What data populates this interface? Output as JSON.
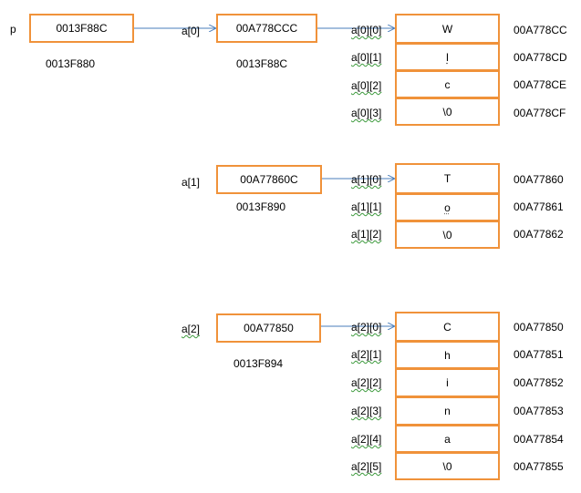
{
  "pointer": {
    "label": "p",
    "value": "0013F88C",
    "address": "0013F880"
  },
  "rows": [
    {
      "label": "a[0]",
      "value": "00A778CCC",
      "address": "0013F88C",
      "cells": [
        {
          "label": "a[0][0]",
          "char": "W",
          "address": "00A778CC"
        },
        {
          "label": "a[0][1]",
          "char": "l",
          "address": "00A778CD"
        },
        {
          "label": "a[0][2]",
          "char": "c",
          "address": "00A778CE"
        },
        {
          "label": "a[0][3]",
          "char": "\\0",
          "address": "00A778CF"
        }
      ]
    },
    {
      "label": "a[1]",
      "value": "00A77860C",
      "address": "0013F890",
      "cells": [
        {
          "label": "a[1][0]",
          "char": "T",
          "address": "00A77860"
        },
        {
          "label": "a[1][1]",
          "char": "o",
          "address": "00A77861"
        },
        {
          "label": "a[1][2]",
          "char": "\\0",
          "address": "00A77862"
        }
      ]
    },
    {
      "label": "a[2]",
      "value": "00A77850",
      "address": "0013F894",
      "cells": [
        {
          "label": "a[2][0]",
          "char": "C",
          "address": "00A77850"
        },
        {
          "label": "a[2][1]",
          "char": "h",
          "address": "00A77851"
        },
        {
          "label": "a[2][2]",
          "char": "i",
          "address": "00A77852"
        },
        {
          "label": "a[2][3]",
          "char": "n",
          "address": "00A77853"
        },
        {
          "label": "a[2][4]",
          "char": "a",
          "address": "00A77854"
        },
        {
          "label": "a[2][5]",
          "char": "\\0",
          "address": "00A77855"
        }
      ]
    }
  ],
  "colors": {
    "box_border": "#f0923a",
    "arrow": "#4a7ebb",
    "squiggle": "#3c9a3c"
  }
}
